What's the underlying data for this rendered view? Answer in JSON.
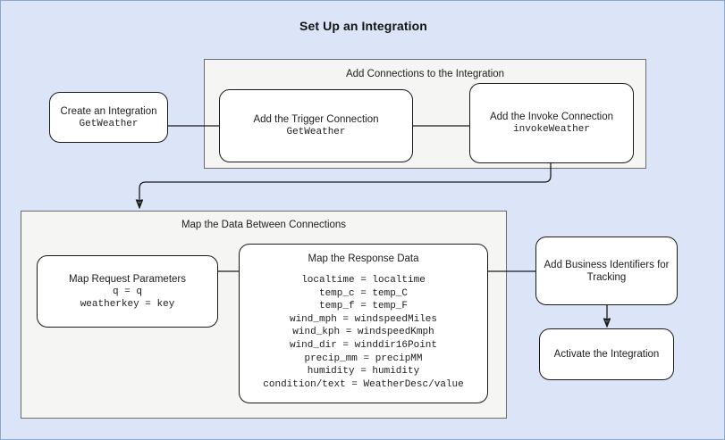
{
  "page": {
    "title": "Set Up an Integration",
    "background_color": "#dbe5f7",
    "group_fill_color": "#f5f5f3",
    "group_border_color": "#6b6b6b",
    "node_fill_color": "#ffffff",
    "node_border_color": "#1a1a1a"
  },
  "nodes": {
    "create_integration": {
      "label": "Create an Integration",
      "value": "GetWeather"
    },
    "trigger_connection": {
      "label": "Add the Trigger Connection",
      "value": "GetWeather"
    },
    "invoke_connection": {
      "label": "Add the Invoke Connection",
      "value": "invokeWeather"
    },
    "map_request": {
      "label": "Map Request Parameters",
      "mappings": "q = q\nweatherkey = key"
    },
    "map_response": {
      "label": "Map the Response Data",
      "mappings": "localtime = localtime\ntemp_c = temp_C\ntemp_f = temp_F\nwind_mph = windspeedMiles\nwind_kph = windspeedKmph\nwind_dir = winddir16Point\nprecip_mm = precipMM\nhumidity = humidity\ncondition/text = WeatherDesc/value"
    },
    "business_identifiers": {
      "label": "Add Business Identifiers for Tracking"
    },
    "activate_integration": {
      "label": "Activate the Integration"
    }
  },
  "groups": {
    "connections": {
      "label": "Add Connections to the Integration"
    },
    "mapping": {
      "label": "Map the Data Between Connections"
    }
  }
}
